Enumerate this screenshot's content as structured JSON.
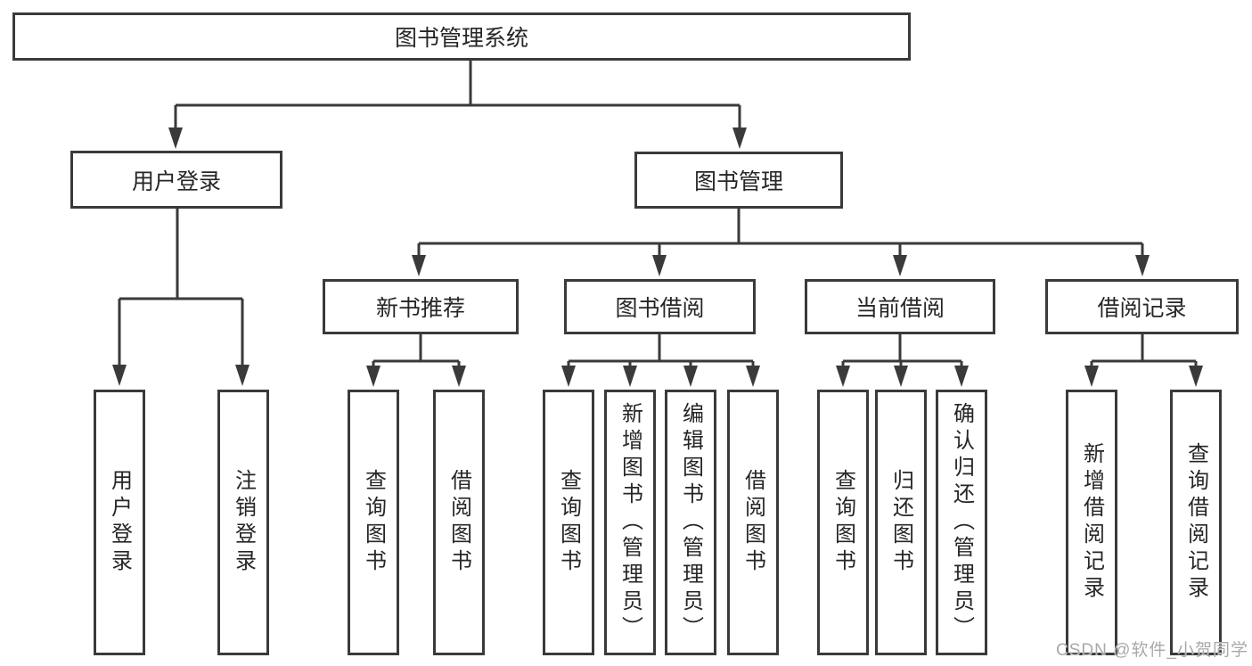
{
  "tree": {
    "root": "图书管理系统",
    "user_login": {
      "label": "用户登录",
      "children": [
        "用户登录",
        "注销登录"
      ]
    },
    "book_mgmt": {
      "label": "图书管理",
      "sections": {
        "new_books": {
          "label": "新书推荐",
          "children": [
            "查询图书",
            "借阅图书"
          ]
        },
        "book_borrow": {
          "label": "图书借阅",
          "children": [
            "查询图书",
            "新增图书（管理员）",
            "编辑图书（管理员）",
            "借阅图书"
          ]
        },
        "current_borrow": {
          "label": "当前借阅",
          "children": [
            "查询图书",
            "归还图书",
            "确认归还（管理员）"
          ]
        },
        "borrow_records": {
          "label": "借阅记录",
          "children": [
            "新增借阅记录",
            "查询借阅记录"
          ]
        }
      }
    }
  },
  "watermark": {
    "text": "CSDN @软件_小贺同学"
  },
  "colors": {
    "line": "#3a3a3a",
    "border": "#3a3a3a",
    "text": "#262626",
    "background": "#ffffff",
    "watermark": "#a9a9a9"
  }
}
